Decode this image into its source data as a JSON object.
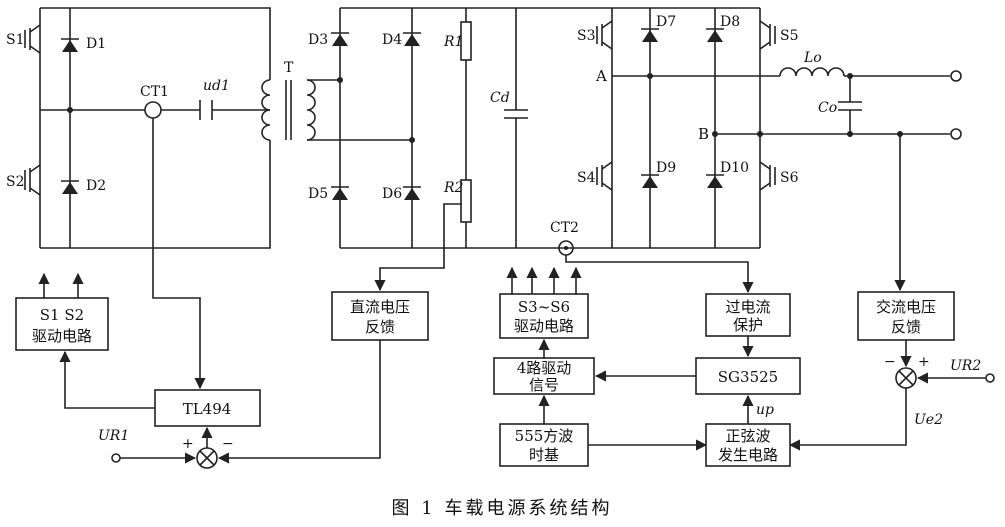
{
  "components": {
    "S1": "S1",
    "S2": "S2",
    "S3": "S3",
    "S4": "S4",
    "S5": "S5",
    "S6": "S6",
    "D1": "D1",
    "D2": "D2",
    "D3": "D3",
    "D4": "D4",
    "D5": "D5",
    "D6": "D6",
    "D7": "D7",
    "D8": "D8",
    "D9": "D9",
    "D10": "D10",
    "CT1": "CT1",
    "CT2": "CT2",
    "ud1": "ud1",
    "T": "T",
    "R1": "R1",
    "R2": "R2",
    "Cd": "Cd",
    "Lo": "Lo",
    "Co": "Co",
    "A": "A",
    "B": "B"
  },
  "blocks": {
    "s1s2_drive_l1": "S1  S2",
    "s1s2_drive_l2": "驱动电路",
    "tl494": "TL494",
    "dc_feedback_l1": "直流电压",
    "dc_feedback_l2": "反馈",
    "s3s6_drive_l1": "S3~S6",
    "s3s6_drive_l2": "驱动电路",
    "drive4_l1": "4路驱动",
    "drive4_l2": "信号",
    "timebase_l1": "555方波",
    "timebase_l2": "时基",
    "overcurrent_l1": "过电流",
    "overcurrent_l2": "保护",
    "sg3525": "SG3525",
    "sine_l1": "正弦波",
    "sine_l2": "发生电路",
    "ac_feedback_l1": "交流电压",
    "ac_feedback_l2": "反馈"
  },
  "signals": {
    "UR1": "UR1",
    "UR2": "UR2",
    "Ue2": "Ue2",
    "up": "up",
    "plus": "+",
    "minus": "−"
  },
  "caption": "图 1    车载电源系统结构"
}
